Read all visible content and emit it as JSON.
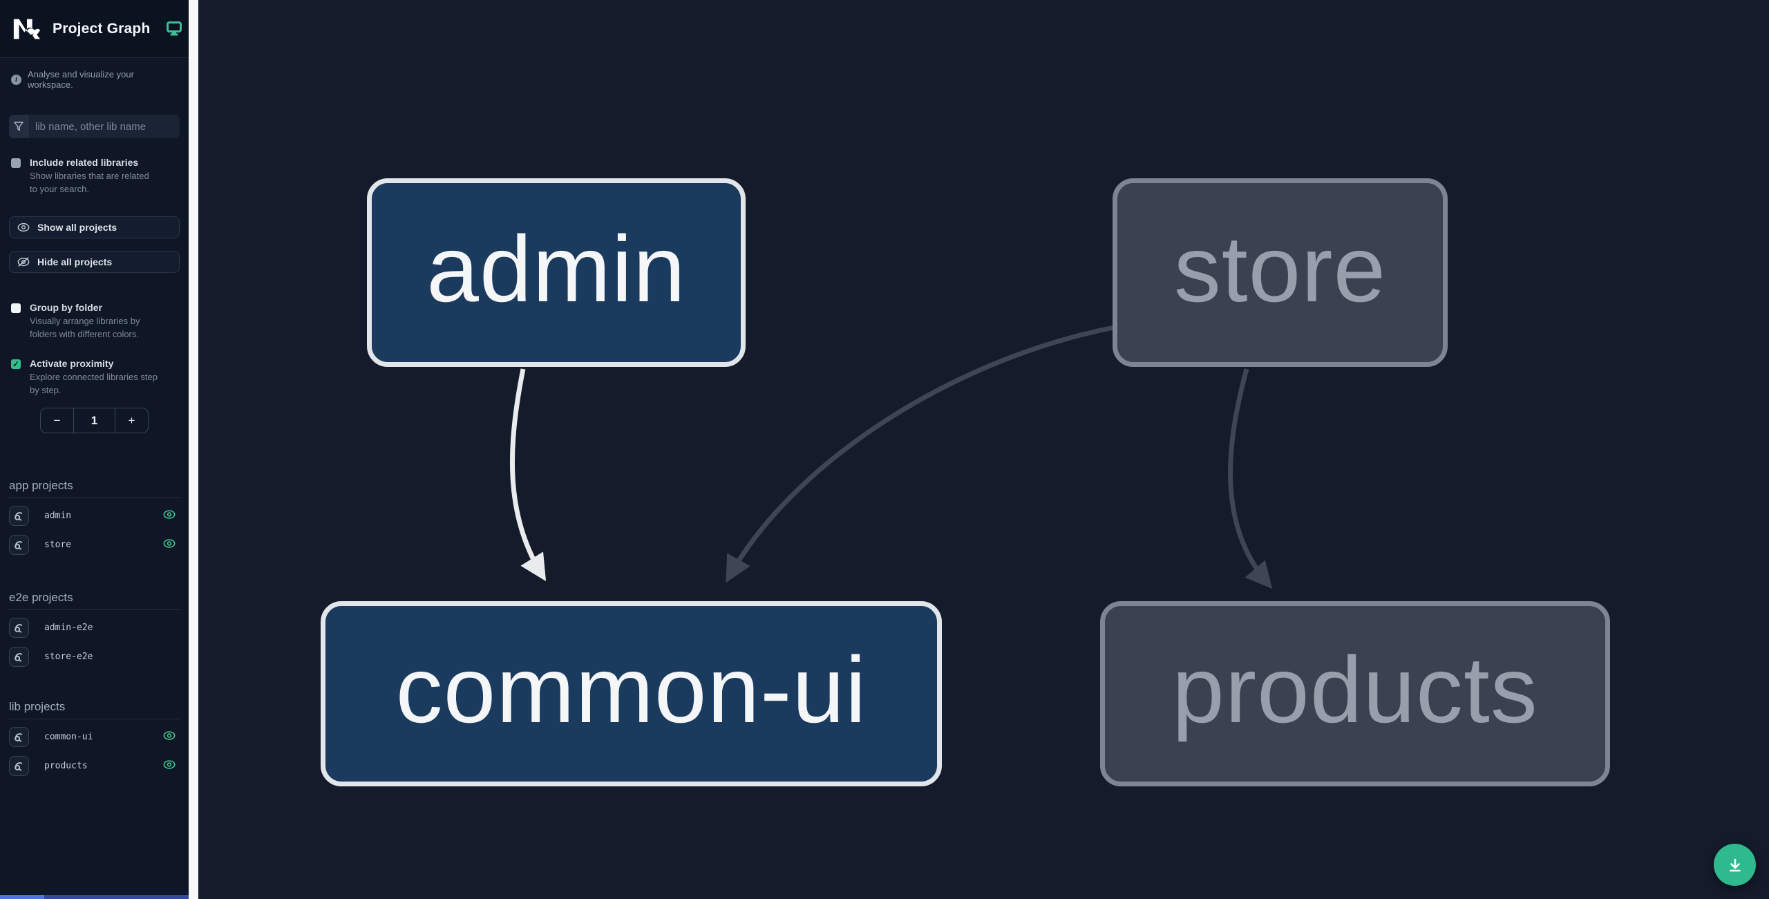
{
  "app_title": "Project Graph",
  "tagline": "Analyse and visualize your workspace.",
  "search_placeholder": "lib name, other lib name",
  "options": {
    "include_related": {
      "label": "Include related libraries",
      "description": "Show libraries that are related to your search.",
      "checked": false
    },
    "group_by_folder": {
      "label": "Group by folder",
      "description": "Visually arrange libraries by folders with different colors.",
      "checked": false
    },
    "activate_proximity": {
      "label": "Activate proximity",
      "description": "Explore connected libraries step by step.",
      "checked": true,
      "check_glyph": "✓"
    }
  },
  "buttons": {
    "show_all": "Show all projects",
    "hide_all": "Hide all projects"
  },
  "stepper": {
    "decrease": "−",
    "value": "1",
    "increase": "+"
  },
  "sections": [
    {
      "title": "app projects",
      "items": [
        {
          "name": "admin",
          "visible": true
        },
        {
          "name": "store",
          "visible": true
        }
      ]
    },
    {
      "title": "e2e projects",
      "items": [
        {
          "name": "admin-e2e",
          "visible": false
        },
        {
          "name": "store-e2e",
          "visible": false
        }
      ]
    },
    {
      "title": "lib projects",
      "items": [
        {
          "name": "common-ui",
          "visible": true
        },
        {
          "name": "products",
          "visible": true
        }
      ]
    }
  ],
  "graph": {
    "nodes": [
      {
        "id": "admin",
        "label": "admin",
        "state": "focused"
      },
      {
        "id": "store",
        "label": "store",
        "state": "unfocused"
      },
      {
        "id": "common-ui",
        "label": "common-ui",
        "state": "focused"
      },
      {
        "id": "products",
        "label": "products",
        "state": "unfocused"
      }
    ],
    "edges": [
      {
        "from": "admin",
        "to": "common-ui",
        "style": "focused-white"
      },
      {
        "from": "store",
        "to": "common-ui",
        "style": "unfocused-gray"
      },
      {
        "from": "store",
        "to": "products",
        "style": "unfocused-gray"
      }
    ]
  },
  "colors": {
    "accent_green": "#2fbf8f",
    "eye_green": "#3ecf96",
    "fab_green": "#2eba8c",
    "node_focused_fill": "#1a3a5e",
    "node_focused_border": "#e2e5e9",
    "node_unfocused_fill": "#3a4150",
    "node_unfocused_border": "#7d8594",
    "edge_white": "#e9ebed",
    "edge_gray": "#3e4554",
    "sidebar_bg": "#0f1726",
    "canvas_bg": "#141b2b"
  }
}
